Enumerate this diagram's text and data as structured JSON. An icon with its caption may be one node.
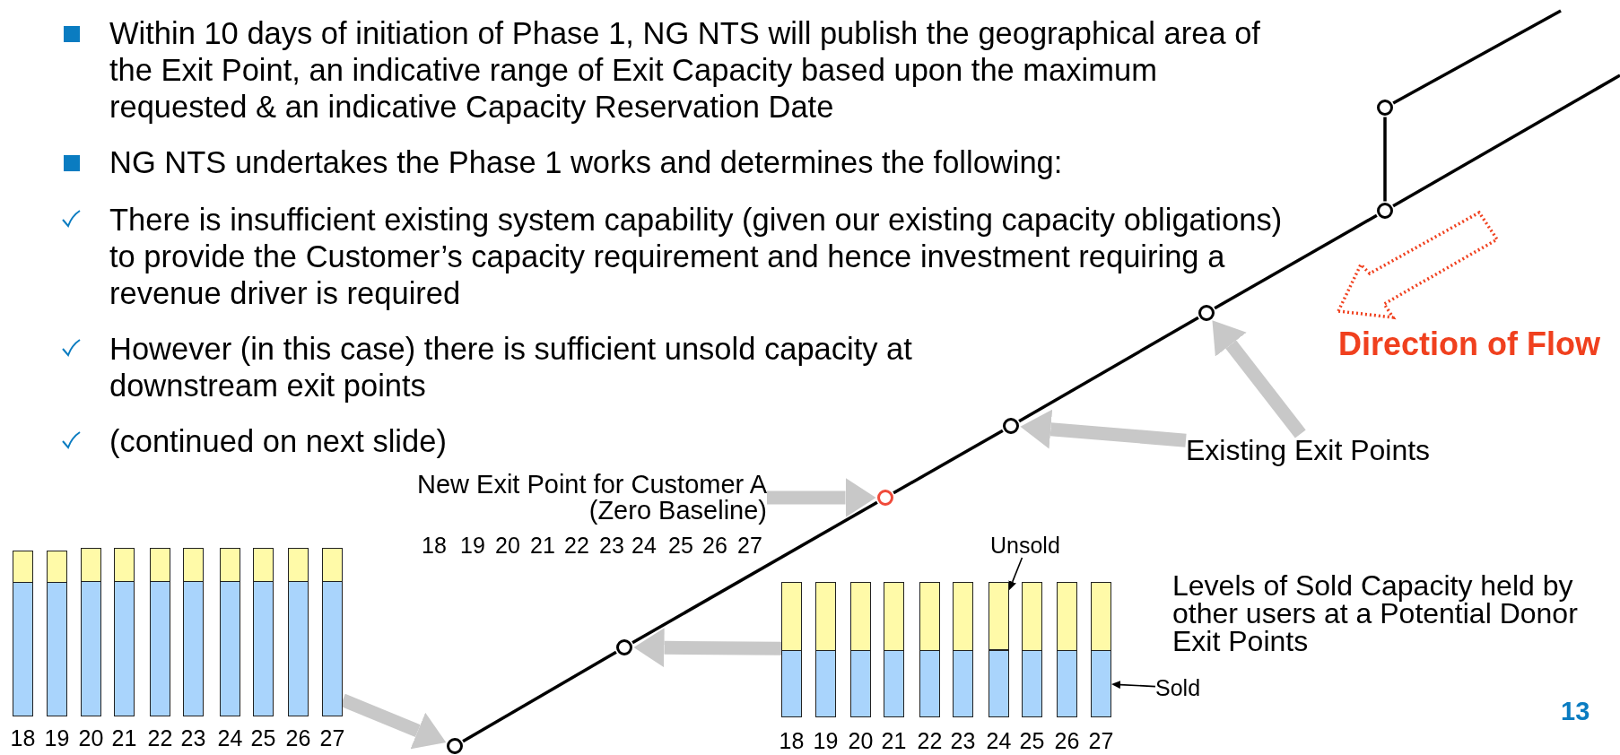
{
  "diagram": {
    "nodes": [
      {
        "text": [],
        "shape": "circle"
      },
      {
        "text": [],
        "shape": "circle"
      },
      {
        "text": [],
        "shape": "circle"
      },
      {
        "text": [],
        "shape": "circle"
      },
      {
        "text": [],
        "shape": "circle"
      },
      {
        "text": [],
        "shape": "circle"
      },
      {
        "text": [],
        "shape": "circle"
      },
      {
        "text": [
          "New Exit Point for Customer A (Zero Baseline)"
        ],
        "beside": [
          "18",
          "19",
          "20",
          "21",
          "22",
          "23",
          "24",
          "25",
          "26",
          "27"
        ]
      },
      {
        "text": [
          "Existing Exit Points"
        ]
      },
      {
        "text": [],
        "shape": "picture",
        "beside": [
          "18",
          "19",
          "20",
          "21",
          "22",
          "23",
          "24",
          "25",
          "26",
          "27"
        ]
      },
      {
        "text": [],
        "shape": "picture",
        "beside": [
          "18",
          "19",
          "20",
          "21",
          "22",
          "23",
          "24",
          "25",
          "26",
          "27"
        ]
      },
      {
        "text": [
          "Unsold"
        ]
      },
      {
        "text": [],
        "shape": "bar",
        "in": 10
      },
      {
        "text": [
          "Sold"
        ]
      },
      {
        "text": [],
        "shape": "bar",
        "in": 10
      }
    ],
    "edges": [
      {
        "from": 0,
        "to": 1,
        "arrow": "none"
      },
      {
        "from": 1,
        "to": 2,
        "arrow": "none"
      },
      {
        "from": 2,
        "to": 3,
        "arrow": "none"
      },
      {
        "from": 3,
        "to": 4,
        "arrow": "none"
      },
      {
        "from": 4,
        "to": 5,
        "arrow": "none"
      },
      {
        "from": 5,
        "to": 6,
        "arrow": "none"
      },
      {
        "from": 6,
        "to": null,
        "arrow": "none"
      },
      {
        "from": 5,
        "to": null,
        "arrow": "none"
      },
      {
        "from": 7,
        "to": 2,
        "arrow": "to",
        "style": "thick",
        "color": "#c8c8c8"
      },
      {
        "from": 8,
        "to": 3,
        "arrow": "to",
        "style": "thick",
        "color": "#c8c8c8"
      },
      {
        "from": 8,
        "to": 4,
        "arrow": "to",
        "style": "thick",
        "color": "#c8c8c8"
      },
      {
        "from": 9,
        "to": 0,
        "arrow": "to",
        "style": "thick",
        "color": "#c8c8c8"
      },
      {
        "from": 10,
        "to": 1,
        "arrow": "to",
        "style": "thick",
        "color": "#c8c8c8"
      },
      {
        "from": 11,
        "to": 12,
        "arrow": "to"
      },
      {
        "from": 13,
        "to": 14,
        "arrow": "to"
      }
    ],
    "labels": [
      "Within 10 days of initiation of Phase 1, NG NTS will publish the geographical area of the Exit Point, an indicative range of Exit Capacity based upon the maximum requested & an indicative Capacity Reservation Date",
      "NG NTS undertakes the Phase 1 works and determines the following:",
      "There is insufficient existing system capability (given our existing capacity obligations) to provide the Customer’s capacity requirement and hence investment requiring a revenue driver is required",
      "However (in this case) there is sufficient unsold capacity at downstream exit points",
      "(continued on next slide)",
      "Direction of Flow",
      "Levels of Sold Capacity held by other users at a Potential Donor Exit Points",
      "13"
    ]
  }
}
